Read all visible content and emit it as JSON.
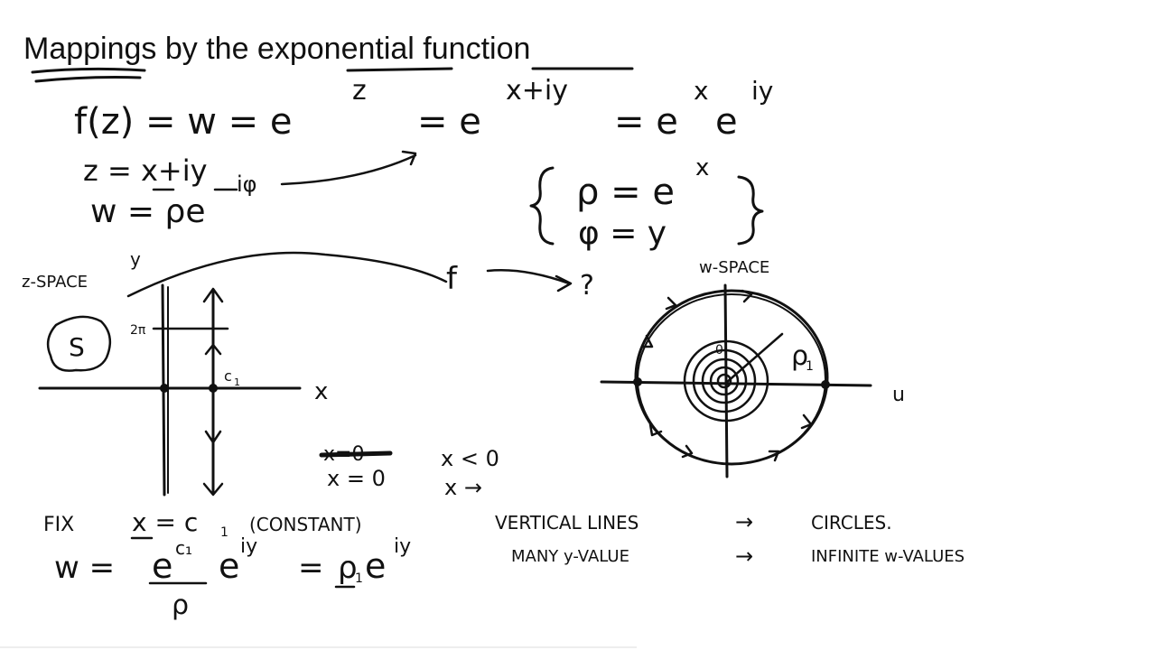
{
  "title": "Mappings by the exponential function",
  "equations": {
    "main": "f(z) = w = e",
    "main_exp_z": "z",
    "main_eq2": "= e",
    "main_exp_xiy": "x+iy",
    "main_eq3": "= e",
    "main_exp_x": "x",
    "main_e2": "e",
    "main_exp_iy": "iy",
    "z_def": "z = x+iy",
    "w_def": "w = ρe",
    "w_def_exp": "iφ",
    "rho_eq": "ρ = e",
    "rho_eq_exp": "x",
    "phi_eq": "φ = y"
  },
  "z_plane": {
    "label": "z-SPACE",
    "y_axis": "y",
    "x_axis": "x",
    "region": "S",
    "two_pi": "2π",
    "c1": "c",
    "c1_sub": "1"
  },
  "mapping": {
    "f": "f",
    "question": "?"
  },
  "w_plane": {
    "label": "w-SPACE",
    "u_axis": "u",
    "rho1": "ρ",
    "rho1_sub": "1",
    "zero": "0"
  },
  "notes": {
    "crossed": "x=0",
    "x_zero": "x = 0",
    "x_lt_0": "x < 0",
    "x_to": "x →",
    "fix": "FIX",
    "fix_eq": "x = c",
    "fix_eq_sub": "1",
    "constant": "(CONSTANT)",
    "bottom_w": "w =",
    "bottom_e": "e",
    "bottom_c1": "c₁",
    "bottom_eiy": "e",
    "bottom_eiy_exp": "iy",
    "bottom_eq": "=",
    "bottom_rho1": "ρ",
    "bottom_rho1_sub": "1",
    "bottom_e2": "e",
    "bottom_e2_exp": "iy",
    "rho_under": "ρ",
    "vertical_lines": "VERTICAL LINES",
    "arrow": "→",
    "circles": "CIRCLES.",
    "many_y": "MANY y-VALUE",
    "infinite_w": "INFINITE w-VALUES"
  }
}
